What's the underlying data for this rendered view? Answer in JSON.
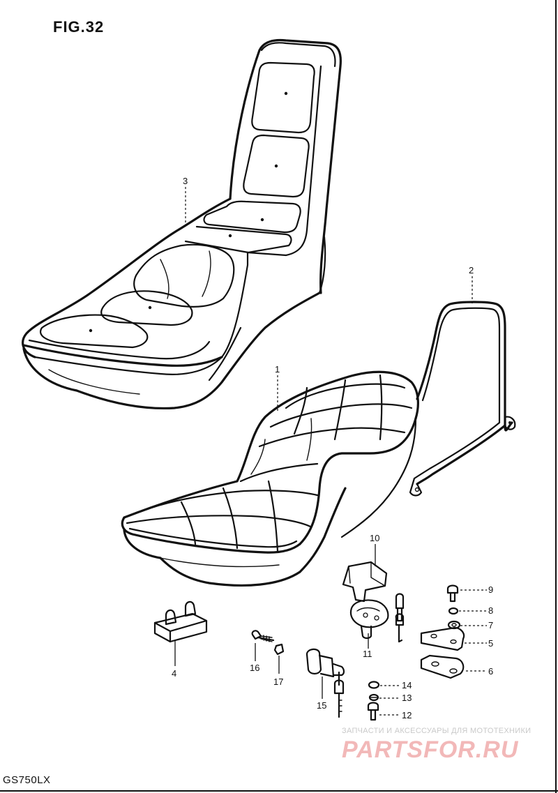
{
  "figure": {
    "title": "FIG.32",
    "model": "GS750LX"
  },
  "callouts": {
    "p1": "1",
    "p2": "2",
    "p3": "3",
    "p4": "4",
    "p5": "5",
    "p6": "6",
    "p7": "7",
    "p8": "8",
    "p9": "9",
    "p10": "10",
    "p11": "11",
    "p12": "12",
    "p13": "13",
    "p14": "14",
    "p15": "15",
    "p16": "16",
    "p17": "17"
  },
  "watermark": {
    "subtitle": "ЗАПЧАСТИ И АКСЕССУАРЫ ДЛЯ МОТОТЕХНИКИ",
    "brand": "PARTSFOR.RU"
  }
}
